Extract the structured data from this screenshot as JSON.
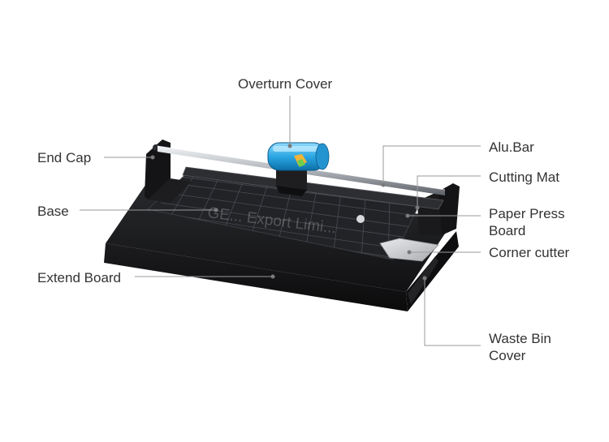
{
  "labels": {
    "overturn_cover": "Overturn Cover",
    "end_cap": "End Cap",
    "alu_bar": "Alu.Bar",
    "cutting_mat": "Cutting Mat",
    "base": "Base",
    "paper_press_board": [
      "Paper Press",
      "Board"
    ],
    "corner_cutter": "Corner cutter",
    "extend_board": "Extend Board",
    "waste_bin_cover": [
      "Waste Bin",
      "Cover"
    ]
  },
  "watermark": "GE... Export Limi...",
  "colors": {
    "label_text": "#333333",
    "leader_line": "#9a9a9a",
    "body_dark": "#1b1b1d",
    "mat_dark": "#232427",
    "cutter_blue": "#3fb0e6",
    "rail_silver": "#c9cdd2"
  }
}
